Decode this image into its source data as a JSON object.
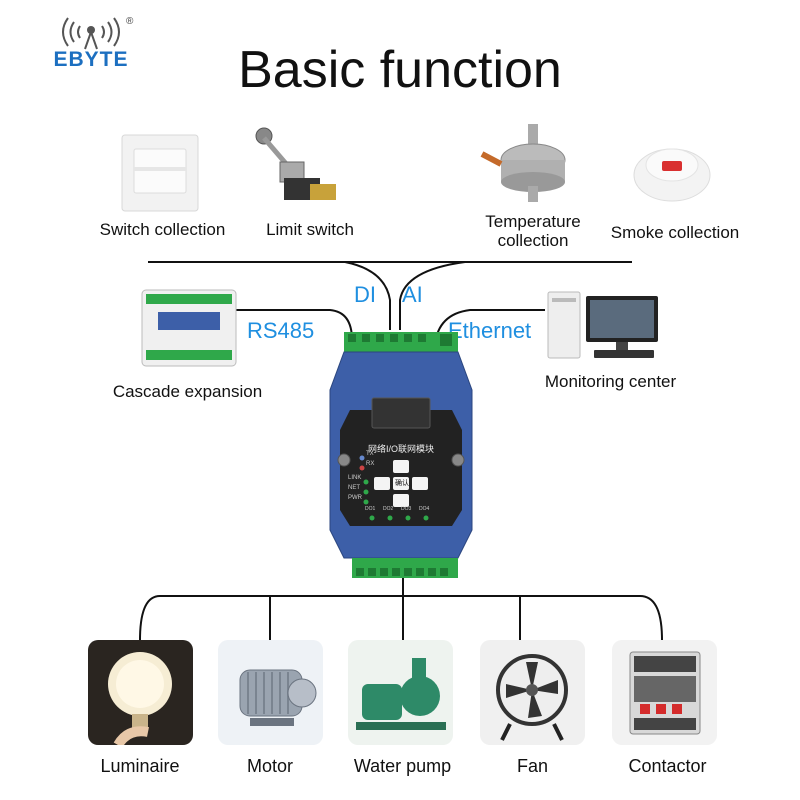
{
  "brand": {
    "name": "EBYTE",
    "registered": "®"
  },
  "title": "Basic function",
  "inputs": {
    "switch": "Switch collection",
    "limit": "Limit switch",
    "temperature": "Temperature collection",
    "smoke": "Smoke collection"
  },
  "ports": {
    "di": "DI",
    "ai": "AI",
    "rs485": "RS485",
    "ethernet": "Ethernet"
  },
  "side": {
    "cascade": "Cascade expansion",
    "monitor": "Monitoring center"
  },
  "device": {
    "screen_title": "网络I/O联网模块",
    "leds": [
      "TX",
      "RX",
      "LINK",
      "NET",
      "PWR"
    ],
    "center_key": "确认",
    "do_labels": [
      "DO1",
      "DO2",
      "DO3",
      "DO4"
    ]
  },
  "outputs": [
    "Luminaire",
    "Motor",
    "Water pump",
    "Fan",
    "Contactor"
  ],
  "colors": {
    "brand": "#1c6fc0",
    "port_label": "#1f8fe0",
    "device_blue": "#3d5fa8",
    "terminal_green": "#2fa84a"
  }
}
